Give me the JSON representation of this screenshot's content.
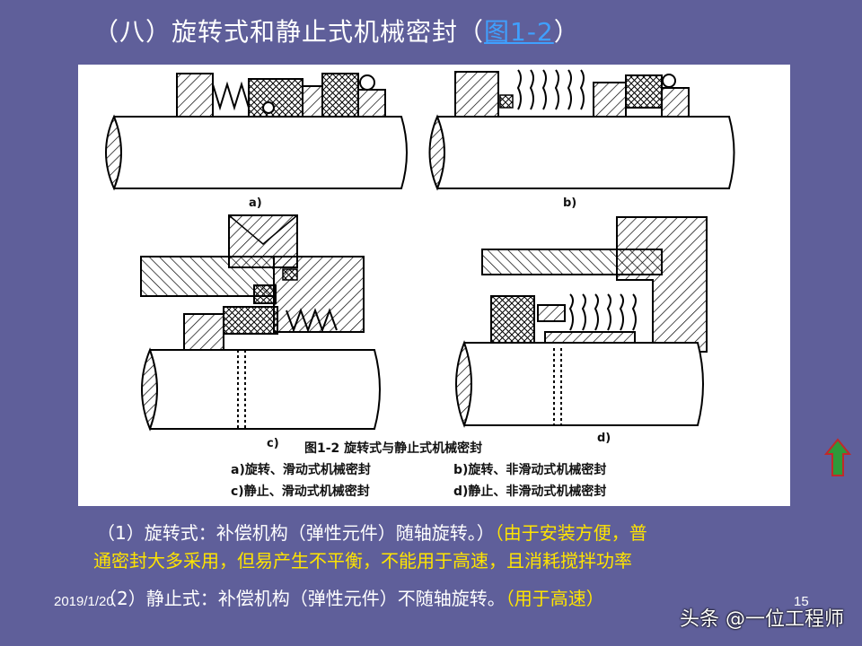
{
  "slide": {
    "title_prefix": "（八）旋转式和静止式机械密封（",
    "title_link": "图1-2",
    "title_suffix": "）"
  },
  "figure": {
    "label_a": "a)",
    "label_b": "b)",
    "label_c": "c)",
    "label_d": "d)",
    "caption_title": "图1-2  旋转式与静止式机械密封",
    "caption_a": "a)旋转、滑动式机械密封",
    "caption_b": "b)旋转、非滑动式机械密封",
    "caption_c": "c)静止、滑动式机械密封",
    "caption_d": "d)静止、非滑动式机械密封"
  },
  "body": {
    "p1_white": "（1）旋转式：补偿机构（弹性元件）随轴旋转。）",
    "p1_yellow": "（由于安装方便，普",
    "p2_yellow": "通密封大多采用，但易产生不平衡，不能用于高速，且消耗搅拌功率",
    "p3_white": "（2）静止式：补偿机构（弹性元件）不随轴旋转。",
    "p3_yellow": "（用于高速）"
  },
  "footer": {
    "date": "2019/1/20",
    "page": "15",
    "watermark": "头条 @一位工程师"
  },
  "colors": {
    "background": "#5f5f9a",
    "link": "#3fa0ff",
    "highlight": "#ffe400",
    "nav_arrow": "#2e9a3a"
  },
  "icons": {
    "nav": "up-arrow-icon"
  }
}
